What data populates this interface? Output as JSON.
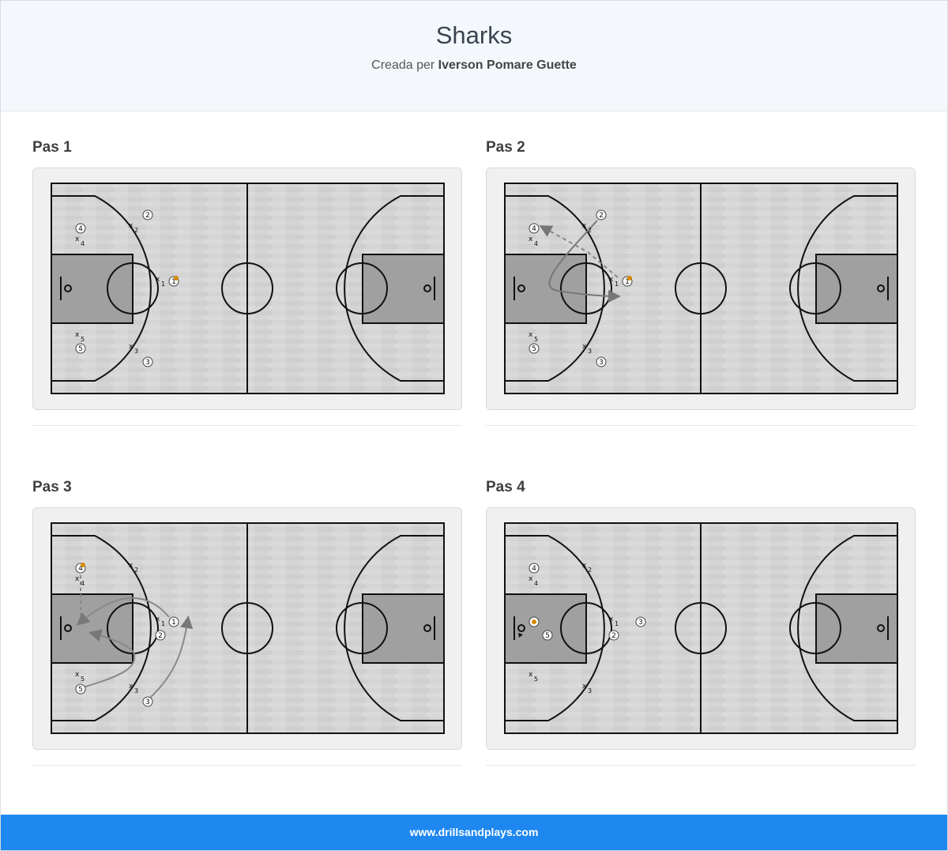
{
  "header": {
    "title": "Sharks",
    "created_by_label": "Creada per",
    "author": "Iverson Pomare Guette"
  },
  "steps": [
    {
      "label": "Pas 1"
    },
    {
      "label": "Pas 2"
    },
    {
      "label": "Pas 3"
    },
    {
      "label": "Pas 4"
    }
  ],
  "footer": {
    "link_text": "www.drillsandplays.com"
  },
  "colors": {
    "accent": "#1e87f0",
    "paint": "#a0a0a0",
    "court": "#d4d4d4",
    "ball": "#d98b00"
  }
}
